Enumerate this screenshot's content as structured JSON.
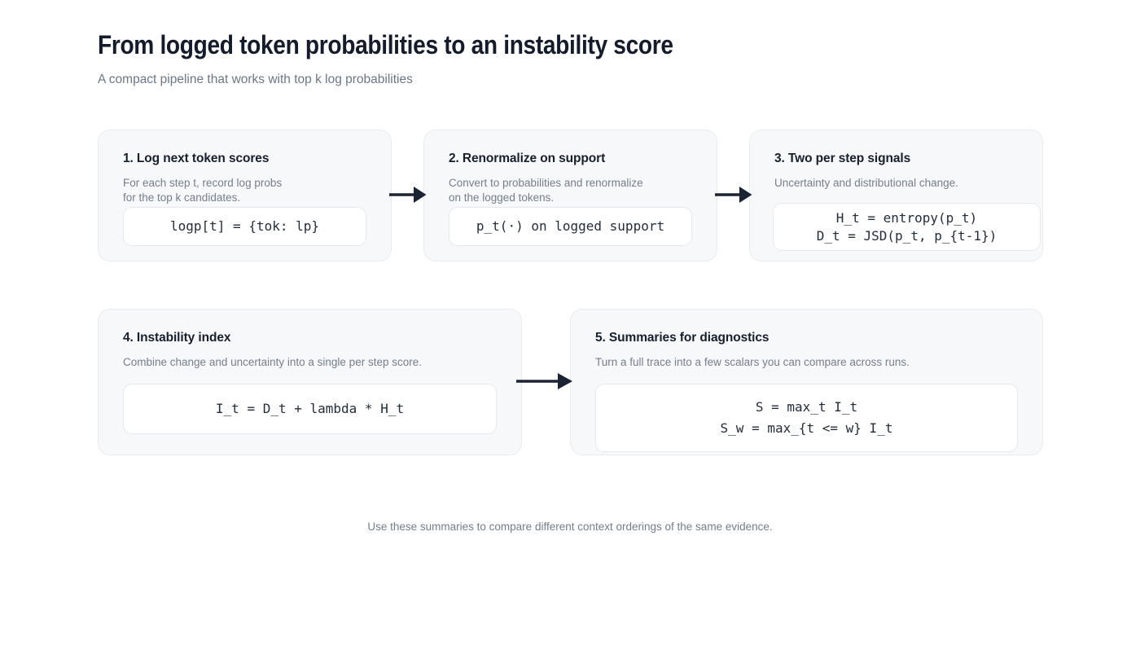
{
  "page": {
    "title": "From logged token probabilities to an instability score",
    "subtitle": "A compact pipeline that works with top k log probabilities",
    "footer": "Use these summaries to compare different context orderings of the same evidence."
  },
  "colors": {
    "background": "#ffffff",
    "heading": "#141c2c",
    "muted_text": "#757e8c",
    "card_background": "#f7f8fa",
    "card_border": "#e9ebef",
    "code_background": "#ffffff",
    "code_border": "#e5e8ec",
    "code_text": "#242d3c",
    "arrow": "#1c2433"
  },
  "steps": [
    {
      "title": "1. Log next token scores",
      "description_lines": [
        "For each step t, record log probs",
        "for the top k candidates."
      ],
      "code_lines": [
        "logp[t] = {tok: lp}"
      ]
    },
    {
      "title": "2. Renormalize on support",
      "description_lines": [
        "Convert to probabilities and renormalize",
        "on the logged tokens."
      ],
      "code_lines": [
        "p_t(·) on logged support"
      ]
    },
    {
      "title": "3. Two per step signals",
      "description_lines": [
        "Uncertainty and distributional change."
      ],
      "code_lines": [
        "H_t = entropy(p_t)",
        "D_t = JSD(p_t, p_{t-1})"
      ]
    },
    {
      "title": "4. Instability index",
      "description_lines": [
        "Combine change and uncertainty into a single per step score."
      ],
      "code_lines": [
        "I_t = D_t + lambda * H_t"
      ]
    },
    {
      "title": "5. Summaries for diagnostics",
      "description_lines": [
        "Turn a full trace into a few scalars you can compare across runs."
      ],
      "code_lines": [
        "S = max_t I_t",
        "S_w = max_{t <= w} I_t"
      ]
    }
  ]
}
